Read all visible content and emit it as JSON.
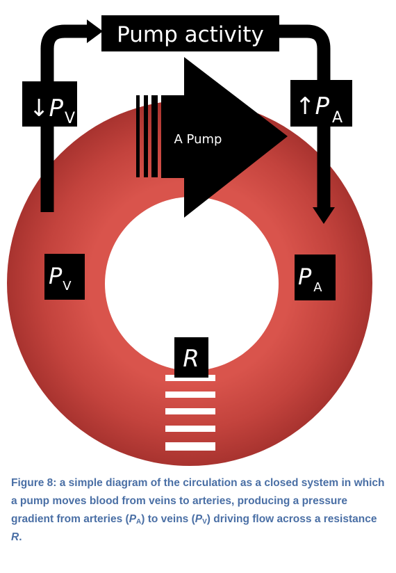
{
  "diagram": {
    "pump_activity_label": "Pump activity",
    "pump_label": "A Pump",
    "pv_top": {
      "arrow": "↓",
      "symbol": "P",
      "subscript": "V"
    },
    "pa_top": {
      "arrow": "↑",
      "symbol": "P",
      "subscript": "A"
    },
    "pv_left": {
      "symbol": "P",
      "subscript": "V"
    },
    "pa_right": {
      "symbol": "P",
      "subscript": "A"
    },
    "resistance_label": "R",
    "colors": {
      "ring": "#c3433d",
      "box": "#000000",
      "label_text": "#ffffff",
      "caption": "#4a6fa5"
    }
  },
  "caption": {
    "lead": "Figure 8: a simple diagram of the circulation as a closed system in which a pump moves blood from veins to arteries, producing a pressure gradient from arteries (",
    "pa_symbol": "P",
    "pa_sub": "A",
    "middle": ") to veins (",
    "pv_symbol": "P",
    "pv_sub": "V",
    "after_pv": ") driving flow across a resistance ",
    "r_symbol": "R",
    "end": "."
  }
}
